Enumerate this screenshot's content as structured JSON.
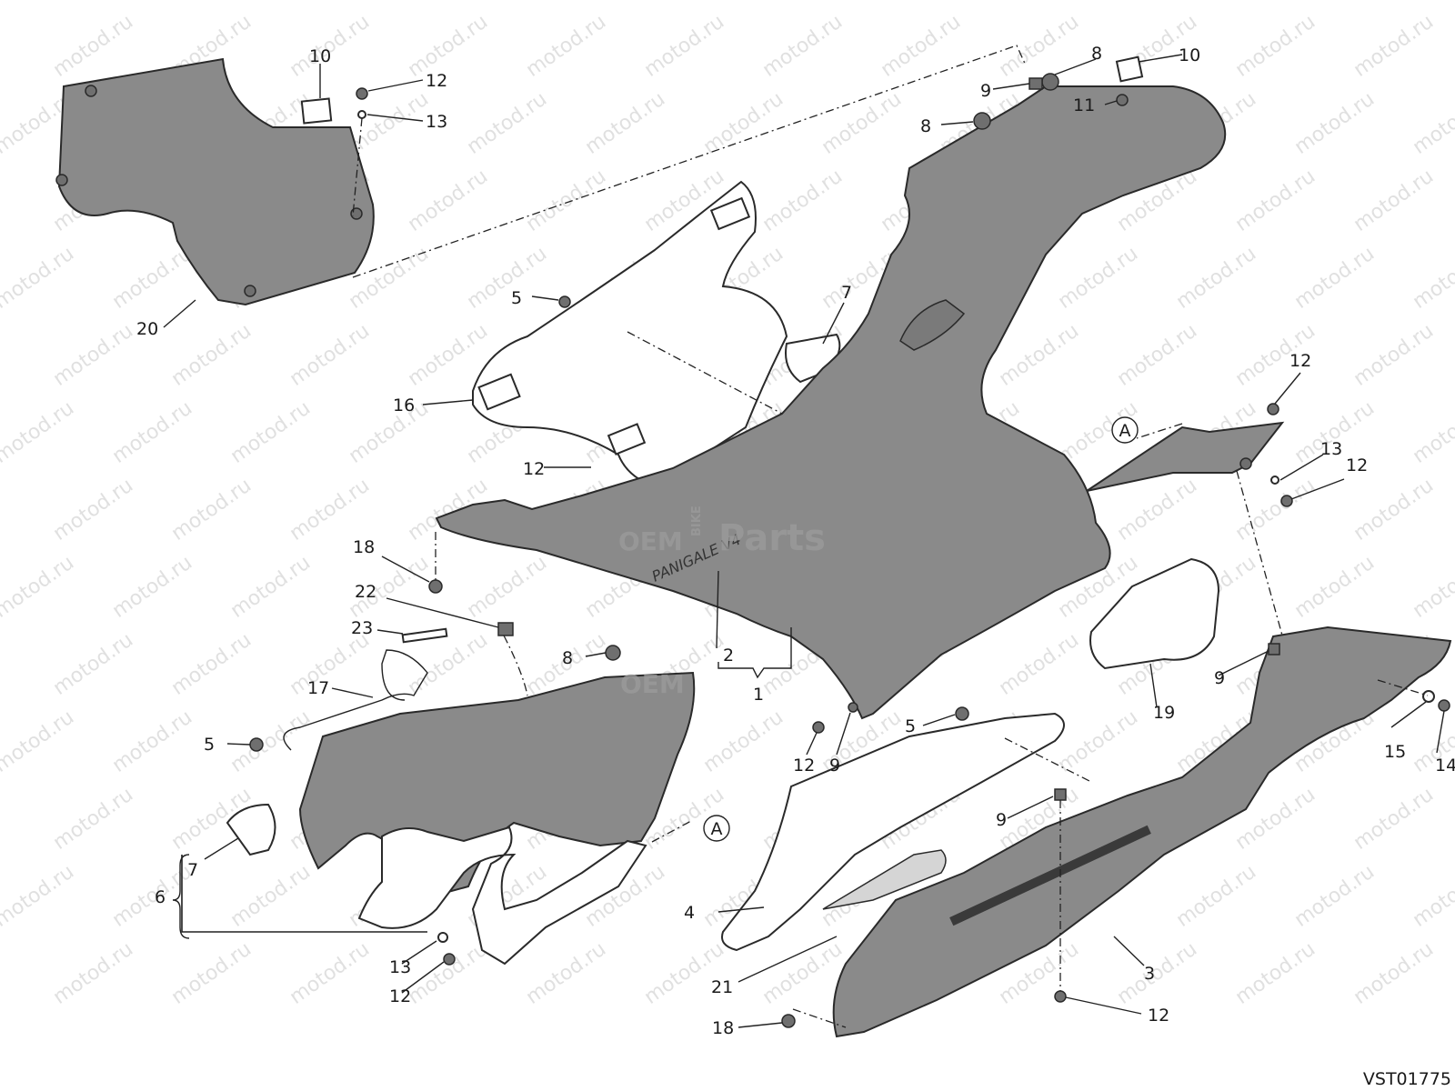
{
  "diagram": {
    "drawing_code": "VST01775",
    "watermark": "motod.ru",
    "brand_marks": {
      "oem": "OEM",
      "bike": "BIKE",
      "parts": "Parts"
    },
    "fairing_brand": "PANIGALE V4",
    "reference_mark": "A",
    "labels": {
      "p1": "1",
      "p2": "2",
      "p3": "3",
      "p4": "4",
      "p5a": "5",
      "p5b": "5",
      "p5c": "5",
      "p6": "6",
      "p7a": "7",
      "p7b": "7",
      "p8a": "8",
      "p8b": "8",
      "p8c": "8",
      "p9a": "9",
      "p9b": "9",
      "p9c": "9",
      "p9d": "9",
      "p10a": "10",
      "p10b": "10",
      "p11": "11",
      "p12a": "12",
      "p12b": "12",
      "p12c": "12",
      "p12d": "12",
      "p12e": "12",
      "p12f": "12",
      "p12g": "12",
      "p13a": "13",
      "p13b": "13",
      "p13c": "13",
      "p14": "14",
      "p15": "15",
      "p16": "16",
      "p17": "17",
      "p18a": "18",
      "p18b": "18",
      "p19": "19",
      "p20": "20",
      "p21": "21",
      "p22": "22",
      "p23": "23"
    }
  }
}
